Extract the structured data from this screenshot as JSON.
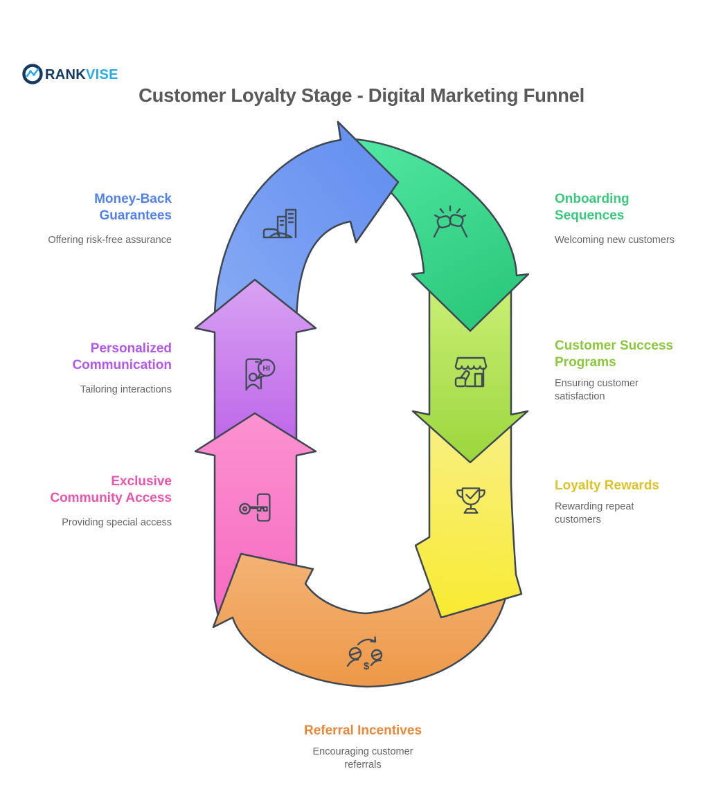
{
  "brand": {
    "rank": "RANK",
    "vise": "VISE",
    "navy": "#16395f",
    "light_blue": "#2aabe8"
  },
  "title": "Customer Loyalty Stage - Digital Marketing Funnel",
  "title_color": "#58595b",
  "description_color": "#666666",
  "outline_color": "#3e4751",
  "stages": [
    {
      "id": "money-back-guarantees",
      "heading": "Money-Back Guarantees",
      "description": "Offering risk-free assurance",
      "label_color": "#5282e8",
      "fill_from": "#84a8f4",
      "fill_to": "#6590f0",
      "icon": "hand-buildings-icon"
    },
    {
      "id": "onboarding-sequences",
      "heading": "Onboarding Sequences",
      "description": "Welcoming new customers",
      "label_color": "#3bc77c",
      "fill_from": "#4fe6a1",
      "fill_to": "#2bc97b",
      "icon": "high-five-icon"
    },
    {
      "id": "customer-success-programs",
      "heading": "Customer Success Programs",
      "description": "Ensuring customer satisfaction",
      "label_color": "#8cc63d",
      "fill_from": "#cbef76",
      "fill_to": "#9bd63c",
      "icon": "storefront-thumbs-up-icon"
    },
    {
      "id": "loyalty-rewards",
      "heading": "Loyalty Rewards",
      "description": "Rewarding repeat customers",
      "label_color": "#dcc32b",
      "fill_from": "#f7f084",
      "fill_to": "#f9ea2f",
      "icon": "trophy-check-icon"
    },
    {
      "id": "referral-incentives",
      "heading": "Referral Incentives",
      "description": "Encouraging customer referrals",
      "label_color": "#e8883b",
      "fill_from": "#f4b87e",
      "fill_to": "#ee9746",
      "icon": "referral-exchange-icon",
      "icon_text": "$"
    },
    {
      "id": "exclusive-community-access",
      "heading": "Exclusive Community Access",
      "description": "Providing special access",
      "label_color": "#e756a9",
      "fill_from": "#fb92d0",
      "fill_to": "#f768c0",
      "icon": "key-card-icon"
    },
    {
      "id": "personalized-communication",
      "heading": "Personalized Communication",
      "description": "Tailoring interactions",
      "label_color": "#b159e6",
      "fill_from": "#d9a2f3",
      "fill_to": "#bc63e8",
      "icon": "phone-hi-icon",
      "icon_text": "HI"
    }
  ]
}
